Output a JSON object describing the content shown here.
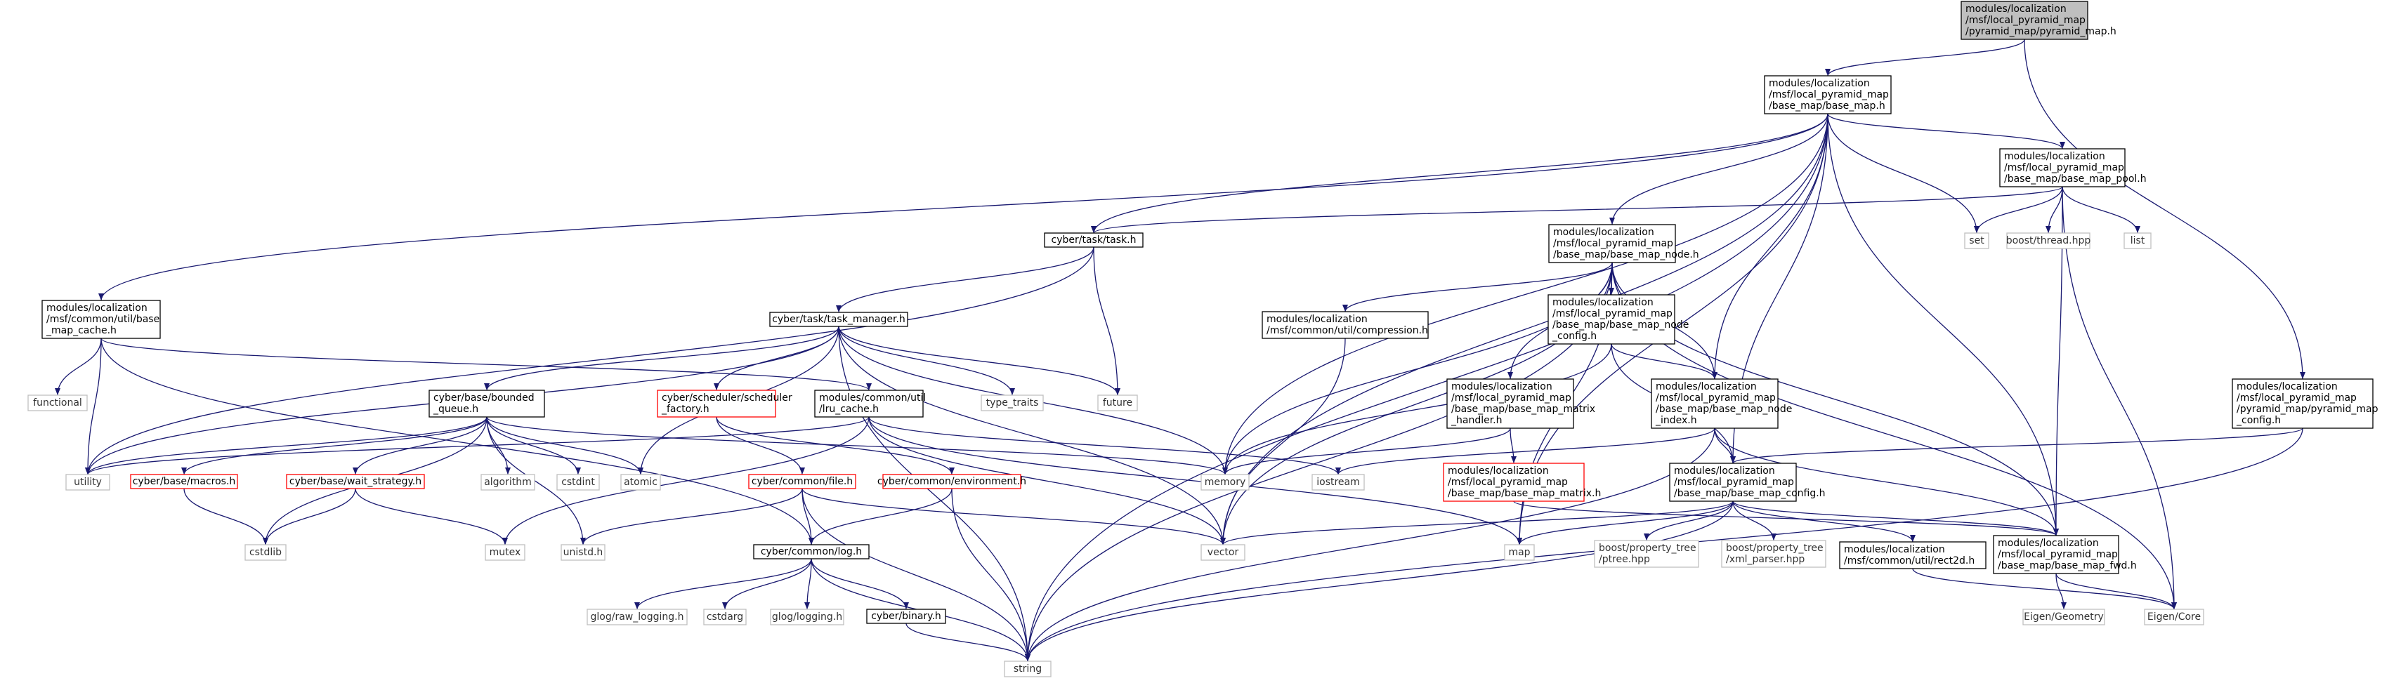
{
  "graph": {
    "nodes": [
      {
        "id": "root",
        "lines": [
          "modules/localization",
          "/msf/local_pyramid_map",
          "/pyramid_map/pyramid_map.h"
        ],
        "style": "root"
      },
      {
        "id": "base_map",
        "lines": [
          "modules/localization",
          "/msf/local_pyramid_map",
          "/base_map/base_map.h"
        ],
        "style": "box"
      },
      {
        "id": "pm_config",
        "lines": [
          "modules/localization",
          "/msf/local_pyramid_map",
          "/pyramid_map/pyramid_map",
          "_config.h"
        ],
        "style": "box"
      },
      {
        "id": "base_map_pool",
        "lines": [
          "modules/localization",
          "/msf/local_pyramid_map",
          "/base_map/base_map_pool.h"
        ],
        "style": "box"
      },
      {
        "id": "base_map_node",
        "lines": [
          "modules/localization",
          "/msf/local_pyramid_map",
          "/base_map/base_map_node.h"
        ],
        "style": "box"
      },
      {
        "id": "task",
        "lines": [
          "cyber/task/task.h"
        ],
        "style": "box"
      },
      {
        "id": "base_map_cache",
        "lines": [
          "modules/localization",
          "/msf/common/util/base",
          "_map_cache.h"
        ],
        "style": "box"
      },
      {
        "id": "task_manager",
        "lines": [
          "cyber/task/task_manager.h"
        ],
        "style": "box"
      },
      {
        "id": "compression",
        "lines": [
          "modules/localization",
          "/msf/common/util/compression.h"
        ],
        "style": "box"
      },
      {
        "id": "node_config",
        "lines": [
          "modules/localization",
          "/msf/local_pyramid_map",
          "/base_map/base_map_node",
          "_config.h"
        ],
        "style": "box"
      },
      {
        "id": "matrix_handler",
        "lines": [
          "modules/localization",
          "/msf/local_pyramid_map",
          "/base_map/base_map_matrix",
          "_handler.h"
        ],
        "style": "box"
      },
      {
        "id": "node_index",
        "lines": [
          "modules/localization",
          "/msf/local_pyramid_map",
          "/base_map/base_map_node",
          "_index.h"
        ],
        "style": "box"
      },
      {
        "id": "bounded_queue",
        "lines": [
          "cyber/base/bounded",
          "_queue.h"
        ],
        "style": "box"
      },
      {
        "id": "sched_factory",
        "lines": [
          "cyber/scheduler/scheduler",
          "_factory.h"
        ],
        "style": "red"
      },
      {
        "id": "lru_cache",
        "lines": [
          "modules/common/util",
          "/lru_cache.h"
        ],
        "style": "box"
      },
      {
        "id": "map_matrix",
        "lines": [
          "modules/localization",
          "/msf/local_pyramid_map",
          "/base_map/base_map_matrix.h"
        ],
        "style": "red"
      },
      {
        "id": "map_config",
        "lines": [
          "modules/localization",
          "/msf/local_pyramid_map",
          "/base_map/base_map_config.h"
        ],
        "style": "box"
      },
      {
        "id": "macros",
        "lines": [
          "cyber/base/macros.h"
        ],
        "style": "red"
      },
      {
        "id": "wait_strategy",
        "lines": [
          "cyber/base/wait_strategy.h"
        ],
        "style": "red"
      },
      {
        "id": "file",
        "lines": [
          "cyber/common/file.h"
        ],
        "style": "red"
      },
      {
        "id": "environment",
        "lines": [
          "cyber/common/environment.h"
        ],
        "style": "red"
      },
      {
        "id": "log",
        "lines": [
          "cyber/common/log.h"
        ],
        "style": "box"
      },
      {
        "id": "binary",
        "lines": [
          "cyber/binary.h"
        ],
        "style": "box"
      },
      {
        "id": "map_fwd",
        "lines": [
          "modules/localization",
          "/msf/local_pyramid_map",
          "/base_map/base_map_fwd.h"
        ],
        "style": "box"
      },
      {
        "id": "rect2d",
        "lines": [
          "modules/localization",
          "/msf/common/util/rect2d.h"
        ],
        "style": "box"
      },
      {
        "id": "string",
        "lines": [
          "string"
        ],
        "style": "std"
      },
      {
        "id": "set",
        "lines": [
          "set"
        ],
        "style": "std"
      },
      {
        "id": "boost_thread",
        "lines": [
          "boost/thread.hpp"
        ],
        "style": "std"
      },
      {
        "id": "list",
        "lines": [
          "list"
        ],
        "style": "std"
      },
      {
        "id": "functional",
        "lines": [
          "functional"
        ],
        "style": "std"
      },
      {
        "id": "utility",
        "lines": [
          "utility"
        ],
        "style": "std"
      },
      {
        "id": "type_traits",
        "lines": [
          "type_traits"
        ],
        "style": "std"
      },
      {
        "id": "future",
        "lines": [
          "future"
        ],
        "style": "std"
      },
      {
        "id": "memory",
        "lines": [
          "memory"
        ],
        "style": "std"
      },
      {
        "id": "iostream",
        "lines": [
          "iostream"
        ],
        "style": "std"
      },
      {
        "id": "algorithm",
        "lines": [
          "algorithm"
        ],
        "style": "std"
      },
      {
        "id": "cstdint",
        "lines": [
          "cstdint"
        ],
        "style": "std"
      },
      {
        "id": "atomic",
        "lines": [
          "atomic"
        ],
        "style": "std"
      },
      {
        "id": "cstdlib",
        "lines": [
          "cstdlib"
        ],
        "style": "std"
      },
      {
        "id": "mutex",
        "lines": [
          "mutex"
        ],
        "style": "std"
      },
      {
        "id": "unistd",
        "lines": [
          "unistd.h"
        ],
        "style": "std"
      },
      {
        "id": "vector",
        "lines": [
          "vector"
        ],
        "style": "std"
      },
      {
        "id": "map",
        "lines": [
          "map"
        ],
        "style": "std"
      },
      {
        "id": "ptree",
        "lines": [
          "boost/property_tree",
          "/ptree.hpp"
        ],
        "style": "std"
      },
      {
        "id": "xml_parser",
        "lines": [
          "boost/property_tree",
          "/xml_parser.hpp"
        ],
        "style": "std"
      },
      {
        "id": "raw_logging",
        "lines": [
          "glog/raw_logging.h"
        ],
        "style": "std"
      },
      {
        "id": "cstdarg",
        "lines": [
          "cstdarg"
        ],
        "style": "std"
      },
      {
        "id": "glog_logging",
        "lines": [
          "glog/logging.h"
        ],
        "style": "std"
      },
      {
        "id": "eigen_geometry",
        "lines": [
          "Eigen/Geometry"
        ],
        "style": "std"
      },
      {
        "id": "eigen_core",
        "lines": [
          "Eigen/Core"
        ],
        "style": "std"
      }
    ],
    "edges": [
      [
        "root",
        "base_map"
      ],
      [
        "root",
        "pm_config"
      ],
      [
        "base_map",
        "string"
      ],
      [
        "base_map",
        "base_map_cache"
      ],
      [
        "base_map",
        "task"
      ],
      [
        "base_map",
        "vector"
      ],
      [
        "base_map",
        "memory"
      ],
      [
        "base_map",
        "base_map_node"
      ],
      [
        "base_map",
        "node_index"
      ],
      [
        "base_map",
        "map_config"
      ],
      [
        "base_map",
        "map_fwd"
      ],
      [
        "base_map",
        "set"
      ],
      [
        "base_map",
        "base_map_pool"
      ],
      [
        "base_map",
        "map"
      ],
      [
        "base_map_pool",
        "task"
      ],
      [
        "base_map_pool",
        "set"
      ],
      [
        "base_map_pool",
        "boost_thread"
      ],
      [
        "base_map_pool",
        "list"
      ],
      [
        "base_map_pool",
        "map_fwd"
      ],
      [
        "base_map_pool",
        "eigen_core"
      ],
      [
        "pm_config",
        "map_config"
      ],
      [
        "pm_config",
        "string"
      ],
      [
        "task",
        "task_manager"
      ],
      [
        "task",
        "future"
      ],
      [
        "task",
        "utility"
      ],
      [
        "base_map_cache",
        "functional"
      ],
      [
        "base_map_cache",
        "utility"
      ],
      [
        "base_map_cache",
        "lru_cache"
      ],
      [
        "base_map_cache",
        "log"
      ],
      [
        "task_manager",
        "string"
      ],
      [
        "task_manager",
        "utility"
      ],
      [
        "task_manager",
        "bounded_queue"
      ],
      [
        "task_manager",
        "atomic"
      ],
      [
        "task_manager",
        "sched_factory"
      ],
      [
        "task_manager",
        "type_traits"
      ],
      [
        "task_manager",
        "future"
      ],
      [
        "task_manager",
        "memory"
      ],
      [
        "task_manager",
        "vector"
      ],
      [
        "base_map_node",
        "compression"
      ],
      [
        "base_map_node",
        "memory"
      ],
      [
        "base_map_node",
        "vector"
      ],
      [
        "base_map_node",
        "string"
      ],
      [
        "base_map_node",
        "matrix_handler"
      ],
      [
        "base_map_node",
        "node_config"
      ],
      [
        "base_map_node",
        "node_index"
      ],
      [
        "base_map_node",
        "map"
      ],
      [
        "base_map_node",
        "map_fwd"
      ],
      [
        "base_map_node",
        "eigen_core"
      ],
      [
        "compression",
        "vector"
      ],
      [
        "node_config",
        "memory"
      ],
      [
        "node_config",
        "node_index"
      ],
      [
        "node_config",
        "map_config"
      ],
      [
        "matrix_handler",
        "memory"
      ],
      [
        "matrix_handler",
        "map_matrix"
      ],
      [
        "node_index",
        "iostream"
      ],
      [
        "node_index",
        "string"
      ],
      [
        "node_index",
        "map_config"
      ],
      [
        "node_index",
        "map_fwd"
      ],
      [
        "map_matrix",
        "map_fwd"
      ],
      [
        "map_config",
        "vector"
      ],
      [
        "map_config",
        "map"
      ],
      [
        "map_config",
        "string"
      ],
      [
        "map_config",
        "ptree"
      ],
      [
        "map_config",
        "xml_parser"
      ],
      [
        "map_config",
        "rect2d"
      ],
      [
        "map_config",
        "map_fwd"
      ],
      [
        "map_fwd",
        "eigen_geometry"
      ],
      [
        "map_fwd",
        "eigen_core"
      ],
      [
        "rect2d",
        "eigen_core"
      ],
      [
        "bounded_queue",
        "utility"
      ],
      [
        "bounded_queue",
        "macros"
      ],
      [
        "bounded_queue",
        "wait_strategy"
      ],
      [
        "bounded_queue",
        "cstdlib"
      ],
      [
        "bounded_queue",
        "unistd"
      ],
      [
        "bounded_queue",
        "algorithm"
      ],
      [
        "bounded_queue",
        "cstdint"
      ],
      [
        "bounded_queue",
        "atomic"
      ],
      [
        "bounded_queue",
        "memory"
      ],
      [
        "sched_factory",
        "file"
      ],
      [
        "sched_factory",
        "environment"
      ],
      [
        "lru_cache",
        "utility"
      ],
      [
        "lru_cache",
        "mutex"
      ],
      [
        "lru_cache",
        "iostream"
      ],
      [
        "lru_cache",
        "vector"
      ],
      [
        "lru_cache",
        "map"
      ],
      [
        "macros",
        "cstdlib"
      ],
      [
        "wait_strategy",
        "cstdlib"
      ],
      [
        "wait_strategy",
        "mutex"
      ],
      [
        "file",
        "unistd"
      ],
      [
        "file",
        "log"
      ],
      [
        "file",
        "vector"
      ],
      [
        "file",
        "string"
      ],
      [
        "environment",
        "log"
      ],
      [
        "environment",
        "string"
      ],
      [
        "log",
        "raw_logging"
      ],
      [
        "log",
        "cstdarg"
      ],
      [
        "log",
        "glog_logging"
      ],
      [
        "log",
        "binary"
      ],
      [
        "log",
        "string"
      ],
      [
        "binary",
        "string"
      ]
    ]
  }
}
